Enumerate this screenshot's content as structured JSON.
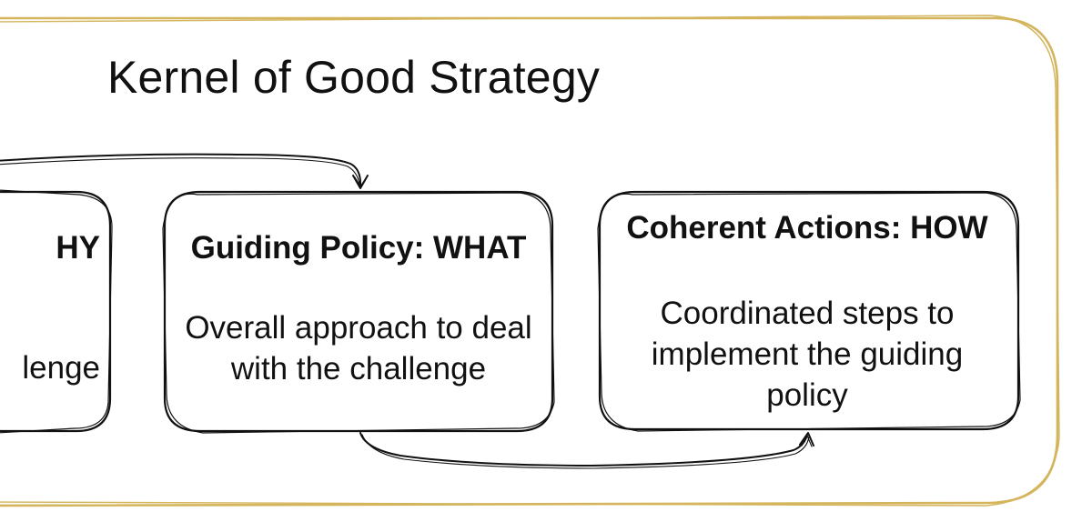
{
  "diagram": {
    "title": "Kernel of Good Strategy",
    "colors": {
      "frame": "#D4B55C",
      "stroke": "#111111",
      "background": "#FFFFFF"
    },
    "boxes": [
      {
        "id": "diagnosis",
        "heading": "HY",
        "description": "lenge"
      },
      {
        "id": "guiding-policy",
        "heading": "Guiding Policy: WHAT",
        "description": "Overall approach to deal with the challenge"
      },
      {
        "id": "coherent-actions",
        "heading": "Coherent Actions: HOW",
        "description": "Coordinated steps to implement the guiding policy"
      }
    ],
    "arrows": [
      {
        "from": "diagnosis",
        "to": "guiding-policy"
      },
      {
        "from": "guiding-policy",
        "to": "coherent-actions"
      }
    ]
  }
}
